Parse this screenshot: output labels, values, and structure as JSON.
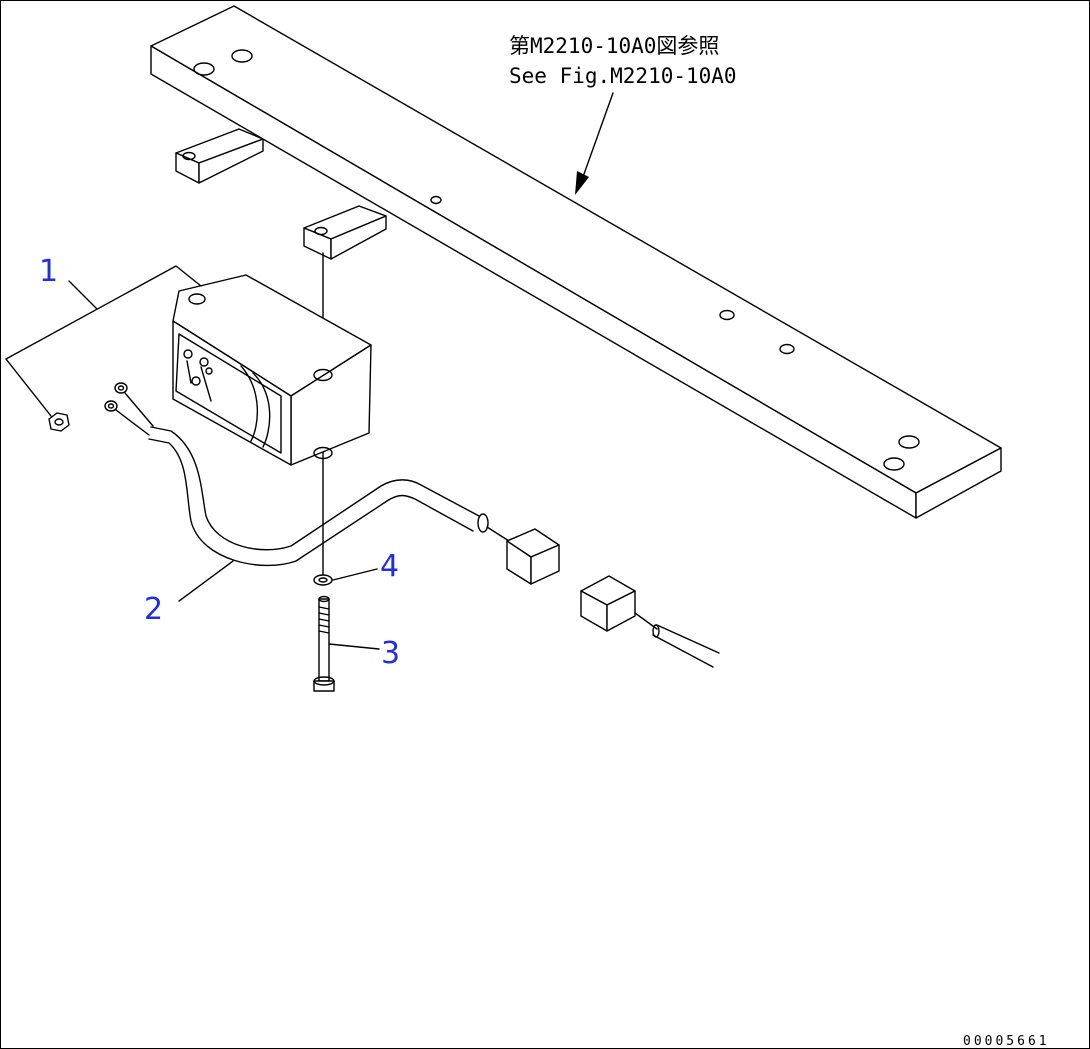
{
  "reference_note": {
    "line1": "第M2210-10A0図参照",
    "line2": "See Fig.M2210-10A0"
  },
  "callouts": [
    {
      "id": "1",
      "label": "1"
    },
    {
      "id": "2",
      "label": "2"
    },
    {
      "id": "3",
      "label": "3"
    },
    {
      "id": "4",
      "label": "4"
    }
  ],
  "drawing_number": "00005661",
  "colors": {
    "callout": "#1f2ee0",
    "line": "#000000",
    "background": "#ffffff"
  }
}
